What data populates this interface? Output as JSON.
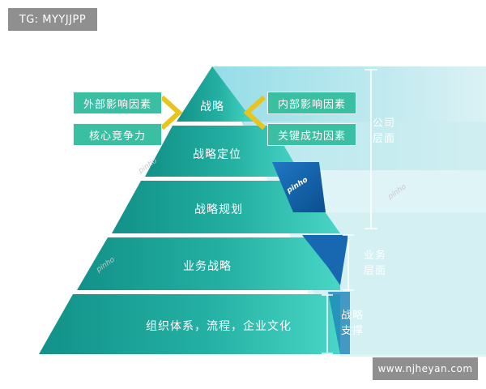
{
  "watermarks": {
    "top_left": "TG: MYYJJPP",
    "bottom_right": "www.njheyan.com",
    "faint": "pinho"
  },
  "pyramid": {
    "levels": [
      "战略",
      "战略定位",
      "战略规划",
      "业务战略",
      "组织体系，流程，企业文化"
    ],
    "brand_mark": "pinho"
  },
  "left_factors": [
    "外部影响因素",
    "核心竞争力"
  ],
  "right_factors": [
    "内部影响因素",
    "关键成功因素"
  ],
  "side_labels": {
    "company": "公司层面",
    "business": "业务层面",
    "support": "战略支撑"
  },
  "colors": {
    "teal_dark": "#159a90",
    "teal_light": "#48d2c2",
    "factor_box": "#3bbfa3",
    "chevron": "#e8c51e",
    "panel": "#7ad3df"
  }
}
